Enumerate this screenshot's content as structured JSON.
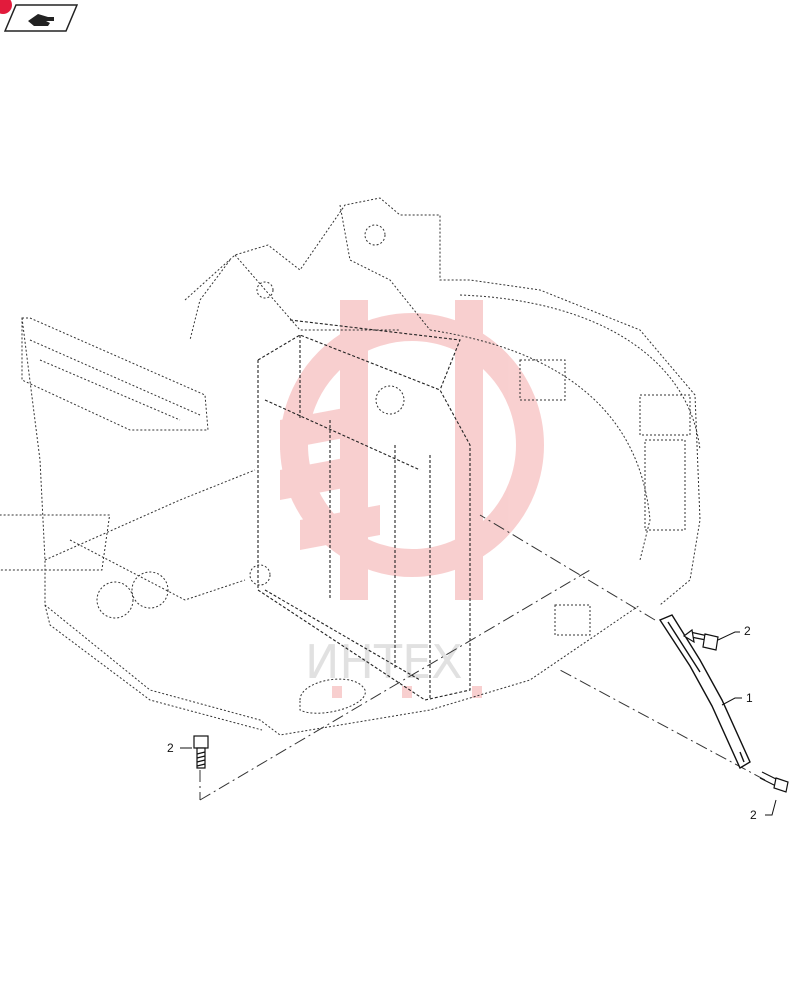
{
  "watermark": {
    "text": "ИНТЕХ",
    "color": "#f4a9a9"
  },
  "callouts": [
    {
      "id": "1",
      "text": "1"
    },
    {
      "id": "2a",
      "text": "2"
    },
    {
      "id": "2b",
      "text": "2"
    },
    {
      "id": "2c",
      "text": "2"
    }
  ],
  "icons": {
    "nav": "hand-pointer-icon",
    "badge": "red-dot-icon"
  },
  "colors": {
    "line": "#222222",
    "badge_red": "#e21b3c"
  }
}
